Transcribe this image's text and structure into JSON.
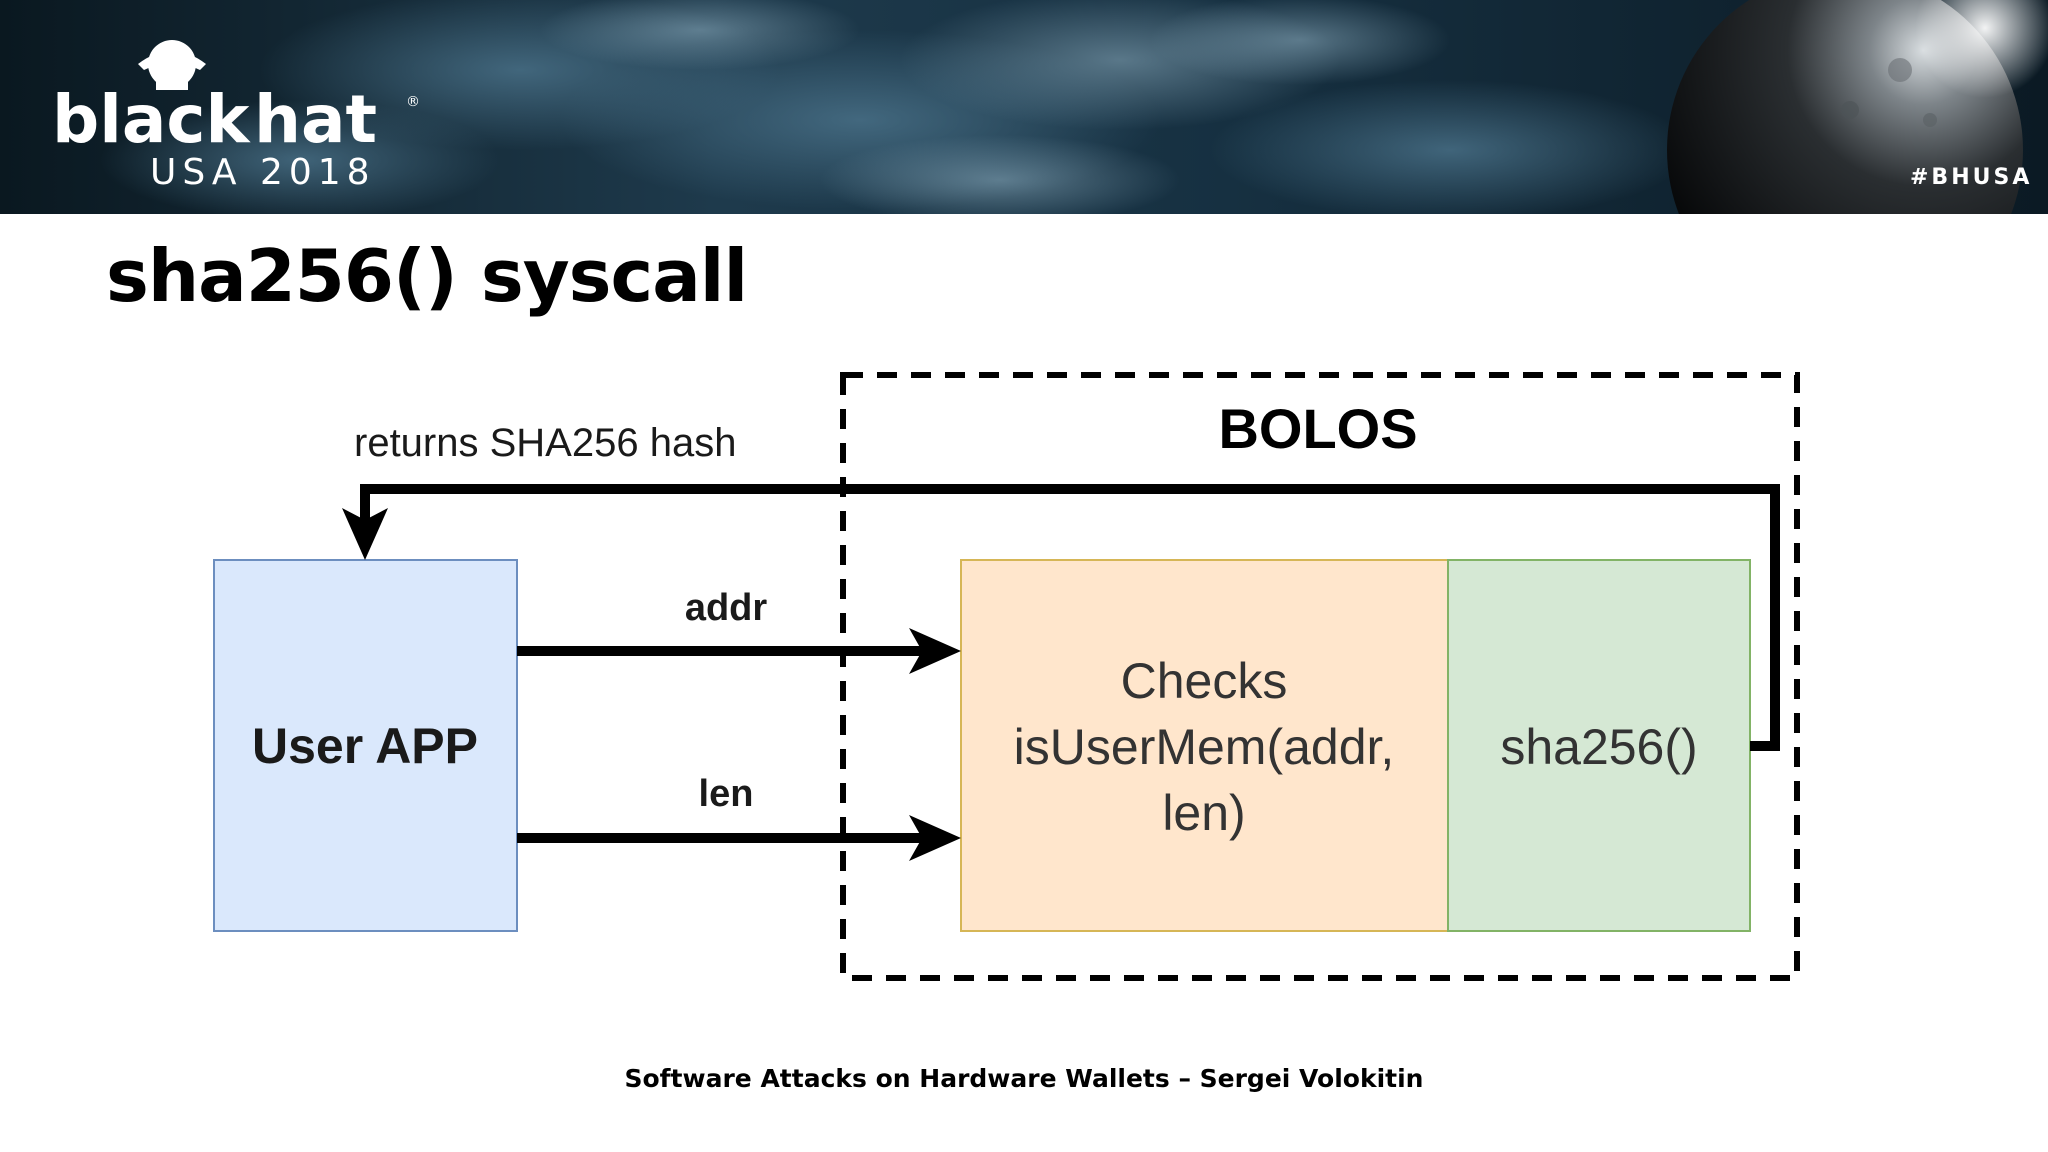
{
  "header": {
    "logo_word_black": "black",
    "logo_word_hat": "hat",
    "logo_registered": "®",
    "logo_subtitle": "USA 2018",
    "hashtag": "#BHUSA"
  },
  "slide": {
    "title": "sha256() syscall",
    "footer": "Software Attacks on Hardware Wallets – Sergei Volokitin"
  },
  "diagram": {
    "user_app_label": "User APP",
    "bolos_label": "BOLOS",
    "return_label": "returns SHA256 hash",
    "arrow_addr_label": "addr",
    "arrow_len_label": "len",
    "checks_lines": [
      "Checks",
      "isUserMem(addr,",
      "len)"
    ],
    "sha_label": "sha256()"
  },
  "colors": {
    "user_app_fill": "#dae8fc",
    "user_app_stroke": "#6c8ebf",
    "checks_fill": "#ffe6cc",
    "checks_stroke": "#d6b656",
    "sha_fill": "#d5e8d4",
    "sha_stroke": "#82b366",
    "banner_dark": "#0d1c26",
    "banner_mid": "#2b4a5e"
  },
  "icons": [
    "spy-hat-logo-icon",
    "moon-icon"
  ]
}
